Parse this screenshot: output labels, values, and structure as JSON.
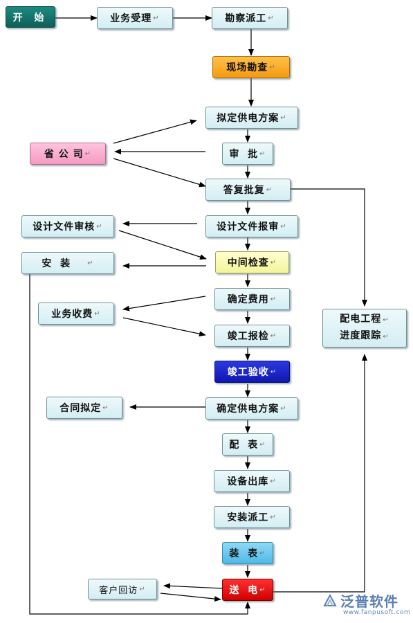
{
  "nodes": {
    "start": "开 始",
    "acceptance": "业务受理",
    "dispatch_survey": "勘察派工",
    "site_survey": "现场勘查",
    "draft_plan": "拟定供电方案",
    "provincial": "省 公 司",
    "approval": "审  批",
    "reply": "答复批复",
    "design_review": "设计文件审核",
    "design_submit": "设计文件报审",
    "install": "安  装",
    "mid_check": "中间检查",
    "confirm_fee": "确定费用",
    "fee_collect": "业务收费",
    "tracking_line1": "配电工程",
    "tracking_line2": "进度跟踪",
    "completion_report": "竣工报检",
    "completion_accept": "竣工验收",
    "contract": "合同拟定",
    "confirm_plan": "确定供电方案",
    "meter_match": "配  表",
    "equipment_out": "设备出库",
    "install_dispatch": "安装派工",
    "meter_install": "装  表",
    "customer_visit": "客户回访",
    "power_on": "送  电"
  },
  "return_mark": "↵",
  "logo": {
    "name": "泛普软件",
    "url": "www.fanpusoft.com"
  },
  "colors": {
    "default_box": "#d3eef3",
    "start": "#0f5f57",
    "site_survey": "#f59a10",
    "provincial": "#f49ac2",
    "mid_check": "#f4f59a",
    "completion_accept": "#0f17b0",
    "meter_install": "#4fb9e8",
    "power_on": "#d00000",
    "arrow": "#000000",
    "logo": "#5b7fb0"
  }
}
